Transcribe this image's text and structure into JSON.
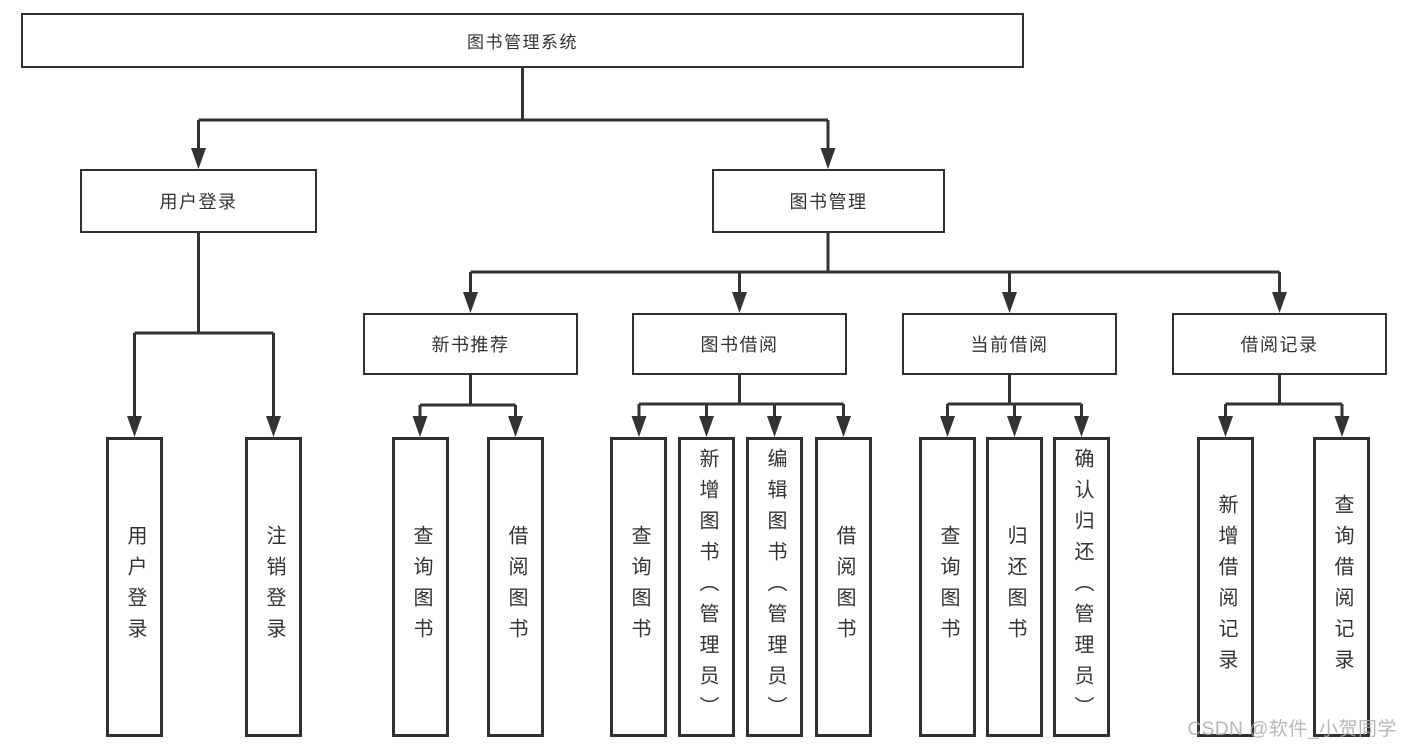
{
  "nodes": {
    "root": {
      "label": "图书管理系统"
    },
    "user_login": {
      "label": "用户登录"
    },
    "book_management": {
      "label": "图书管理"
    },
    "new_book_recommend": {
      "label": "新书推荐"
    },
    "book_borrow": {
      "label": "图书借阅"
    },
    "current_borrow": {
      "label": "当前借阅"
    },
    "borrow_records": {
      "label": "借阅记录"
    },
    "leaf_user_login": {
      "label": "用户登录"
    },
    "leaf_logout": {
      "label": "注销登录"
    },
    "leaf_nb_query_books": {
      "label": "查询图书"
    },
    "leaf_nb_borrow_books": {
      "label": "借阅图书"
    },
    "leaf_bb_query_books": {
      "label": "查询图书"
    },
    "leaf_bb_add_books": {
      "label": "新增图书（管理员）"
    },
    "leaf_bb_edit_books": {
      "label": "编辑图书（管理员）"
    },
    "leaf_bb_borrow_books": {
      "label": "借阅图书"
    },
    "leaf_cb_query_books": {
      "label": "查询图书"
    },
    "leaf_cb_return_books": {
      "label": "归还图书"
    },
    "leaf_cb_confirm_return": {
      "label": "确认归还（管理员）"
    },
    "leaf_br_add_record": {
      "label": "新增借阅记录"
    },
    "leaf_br_query_record": {
      "label": "查询借阅记录"
    }
  },
  "hierarchy": {
    "图书管理系统": [
      "用户登录",
      "图书管理"
    ],
    "用户登录": [
      "用户登录",
      "注销登录"
    ],
    "图书管理": [
      "新书推荐",
      "图书借阅",
      "当前借阅",
      "借阅记录"
    ],
    "新书推荐": [
      "查询图书",
      "借阅图书"
    ],
    "图书借阅": [
      "查询图书",
      "新增图书（管理员）",
      "编辑图书（管理员）",
      "借阅图书"
    ],
    "当前借阅": [
      "查询图书",
      "归还图书",
      "确认归还（管理员）"
    ],
    "借阅记录": [
      "新增借阅记录",
      "查询借阅记录"
    ]
  },
  "watermark": {
    "text": "CSDN @软件_小贺同学"
  },
  "colors": {
    "line": "#333333",
    "box_border": "#303030",
    "box_background": "#ffffff",
    "text": "#333333",
    "watermark": "#aaaaaa"
  }
}
